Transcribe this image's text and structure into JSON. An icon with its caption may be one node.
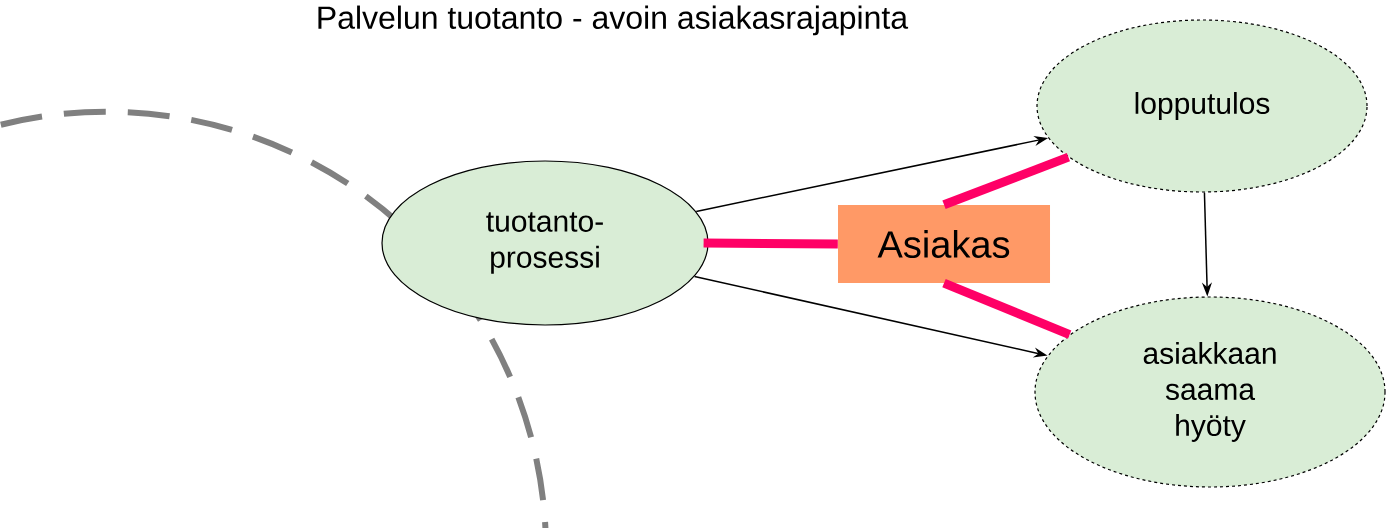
{
  "diagram": {
    "title": "Palvelun tuotanto - avoin asiakasrajapinta",
    "nodes": [
      {
        "text": [
          "tuotanto-prosessi"
        ]
      },
      {
        "text": [
          "lopputulos"
        ]
      },
      {
        "text": [
          "asiakkaan saama hyöty"
        ]
      },
      {
        "text": [
          "Asiakas"
        ]
      }
    ],
    "edges": [
      {
        "from": 0,
        "to": 1,
        "arrow": "to"
      },
      {
        "from": 0,
        "to": 2,
        "arrow": "to"
      },
      {
        "from": 1,
        "to": 2,
        "arrow": "to"
      },
      {
        "from": 0,
        "to": 3,
        "arrow": "none",
        "style": "thick",
        "color": "#ff0066"
      },
      {
        "from": 3,
        "to": 1,
        "arrow": "none",
        "style": "thick",
        "color": "#ff0066"
      },
      {
        "from": 3,
        "to": 2,
        "arrow": "none",
        "style": "thick",
        "color": "#ff0066"
      }
    ]
  }
}
